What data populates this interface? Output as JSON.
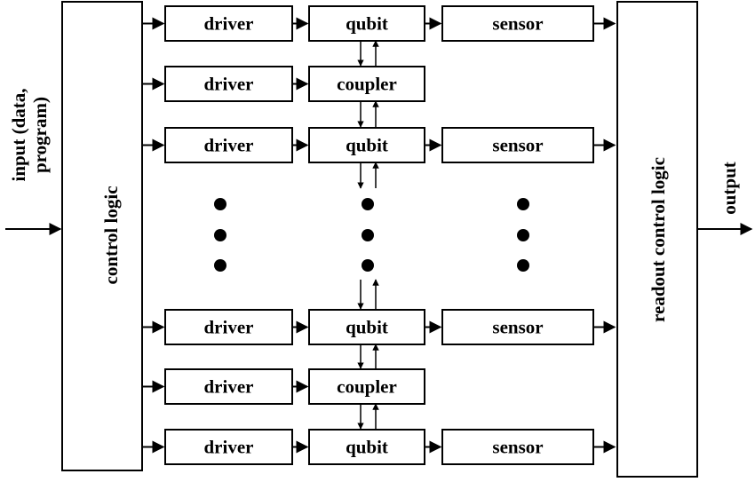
{
  "diagram": {
    "input_label_line1": "input (data,",
    "input_label_line2": "program)",
    "control_logic": "control logic",
    "readout_control_logic": "readout control logic",
    "output_label": "output",
    "rows": [
      {
        "driver": "driver",
        "middle": "qubit",
        "sensor": "sensor"
      },
      {
        "driver": "driver",
        "middle": "coupler",
        "sensor": ""
      },
      {
        "driver": "driver",
        "middle": "qubit",
        "sensor": "sensor"
      },
      {
        "driver": "driver",
        "middle": "qubit",
        "sensor": "sensor"
      },
      {
        "driver": "driver",
        "middle": "coupler",
        "sensor": ""
      },
      {
        "driver": "driver",
        "middle": "qubit",
        "sensor": "sensor"
      }
    ]
  }
}
